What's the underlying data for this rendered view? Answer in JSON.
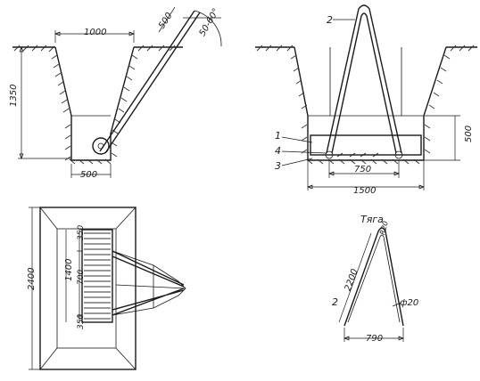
{
  "labels": {
    "top_width": "1000",
    "rod_length": "500",
    "angle": "50-60°",
    "depth": "1350",
    "bottom_width": "500",
    "callout_2_top": "2",
    "callout_1": "1",
    "callout_4": "4",
    "callout_3": "3",
    "height_500": "500",
    "span_750": "750",
    "total_1500": "1500",
    "plan_length": "2400",
    "plan_1400": "1400",
    "plan_350_a": "350",
    "plan_700": "700",
    "plan_350_b": "350",
    "tyaga_title": "Тяга",
    "tyaga_r20": "R20",
    "tyaga_2200": "2200",
    "tyaga_2": "2",
    "tyaga_phi20": "ф20",
    "tyaga_790": "790"
  }
}
